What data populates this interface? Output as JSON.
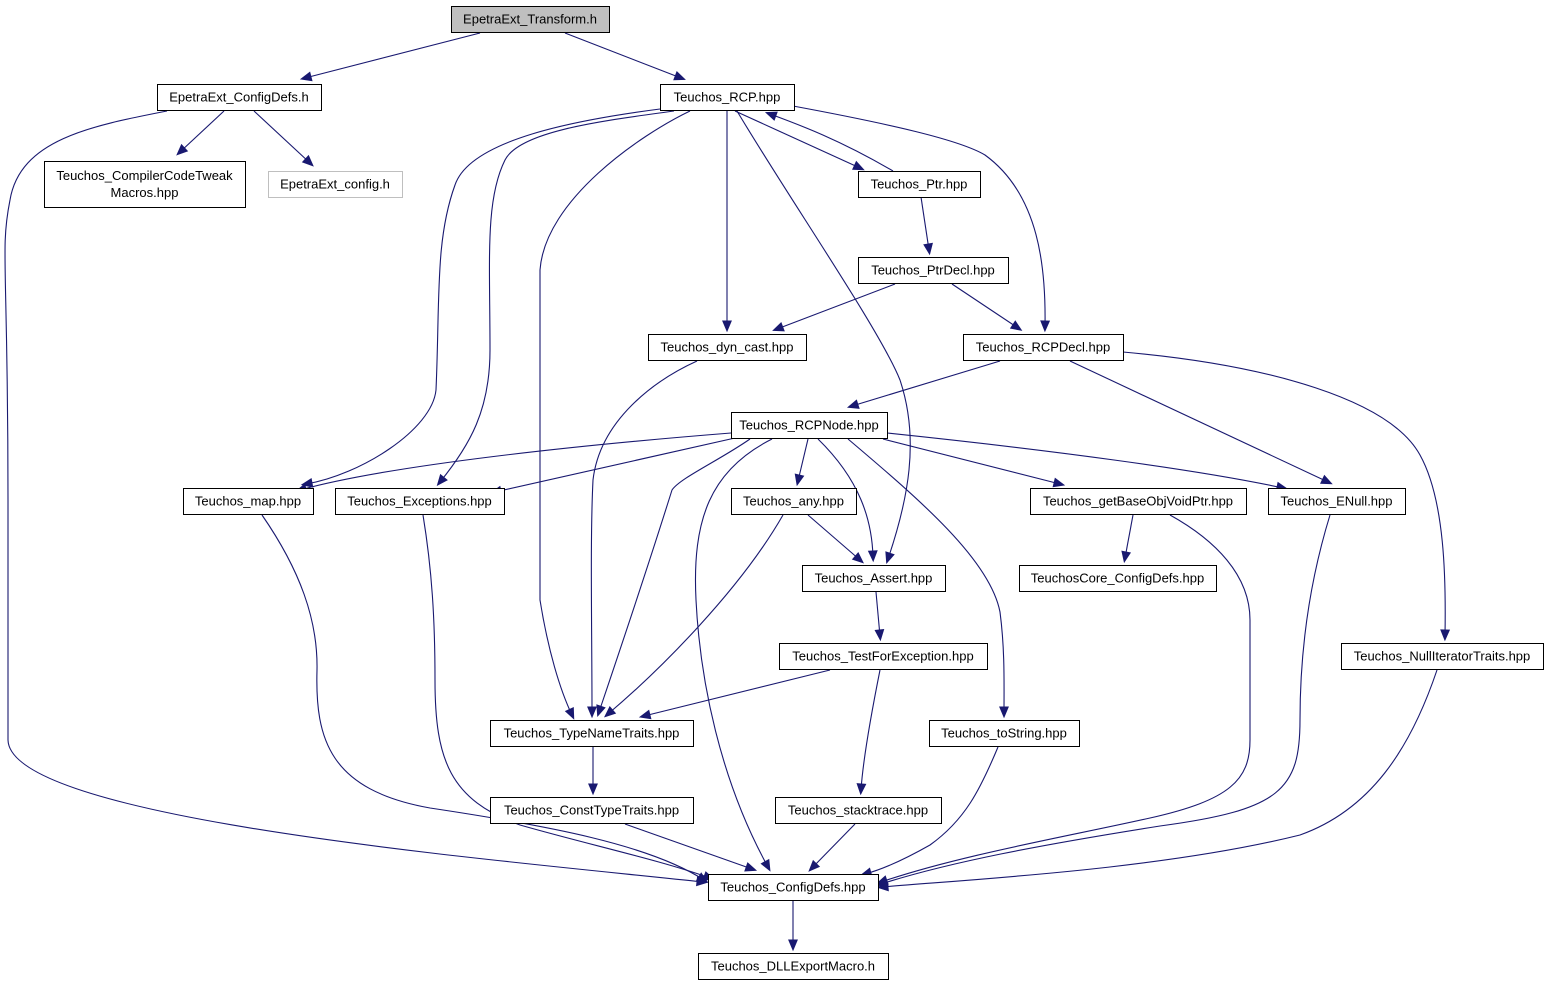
{
  "graph": {
    "root": "EpetraExt_Transform.h",
    "nodes": [
      {
        "id": "n0",
        "label": [
          "EpetraExt_Transform.h"
        ],
        "role": "root"
      },
      {
        "id": "n1",
        "label": [
          "EpetraExt_ConfigDefs.h"
        ]
      },
      {
        "id": "n2",
        "label": [
          "Teuchos_RCP.hpp"
        ]
      },
      {
        "id": "n3",
        "label": [
          "Teuchos_CompilerCodeTweak",
          "Macros.hpp"
        ]
      },
      {
        "id": "n4",
        "label": [
          "EpetraExt_config.h"
        ],
        "role": "missing"
      },
      {
        "id": "n5",
        "label": [
          "Teuchos_Ptr.hpp"
        ]
      },
      {
        "id": "n6",
        "label": [
          "Teuchos_PtrDecl.hpp"
        ]
      },
      {
        "id": "n7",
        "label": [
          "Teuchos_dyn_cast.hpp"
        ]
      },
      {
        "id": "n8",
        "label": [
          "Teuchos_RCPDecl.hpp"
        ]
      },
      {
        "id": "n9",
        "label": [
          "Teuchos_RCPNode.hpp"
        ]
      },
      {
        "id": "n10",
        "label": [
          "Teuchos_map.hpp"
        ]
      },
      {
        "id": "n11",
        "label": [
          "Teuchos_Exceptions.hpp"
        ]
      },
      {
        "id": "n12",
        "label": [
          "Teuchos_any.hpp"
        ]
      },
      {
        "id": "n13",
        "label": [
          "Teuchos_getBaseObjVoidPtr.hpp"
        ]
      },
      {
        "id": "n14",
        "label": [
          "Teuchos_ENull.hpp"
        ]
      },
      {
        "id": "n15",
        "label": [
          "Teuchos_Assert.hpp"
        ]
      },
      {
        "id": "n16",
        "label": [
          "TeuchosCore_ConfigDefs.hpp"
        ]
      },
      {
        "id": "n17",
        "label": [
          "Teuchos_TestForException.hpp"
        ]
      },
      {
        "id": "n18",
        "label": [
          "Teuchos_NullIteratorTraits.hpp"
        ]
      },
      {
        "id": "n19",
        "label": [
          "Teuchos_TypeNameTraits.hpp"
        ]
      },
      {
        "id": "n20",
        "label": [
          "Teuchos_toString.hpp"
        ]
      },
      {
        "id": "n21",
        "label": [
          "Teuchos_ConstTypeTraits.hpp"
        ]
      },
      {
        "id": "n22",
        "label": [
          "Teuchos_stacktrace.hpp"
        ]
      },
      {
        "id": "n23",
        "label": [
          "Teuchos_ConfigDefs.hpp"
        ]
      },
      {
        "id": "n24",
        "label": [
          "Teuchos_DLLExportMacro.h"
        ]
      }
    ],
    "edges": [
      [
        "n0",
        "n1"
      ],
      [
        "n0",
        "n2"
      ],
      [
        "n1",
        "n3"
      ],
      [
        "n1",
        "n4"
      ],
      [
        "n1",
        "n23"
      ],
      [
        "n2",
        "n5"
      ],
      [
        "n2",
        "n7"
      ],
      [
        "n2",
        "n8"
      ],
      [
        "n2",
        "n10"
      ],
      [
        "n2",
        "n11"
      ],
      [
        "n2",
        "n19"
      ],
      [
        "n2",
        "n15"
      ],
      [
        "n5",
        "n2"
      ],
      [
        "n5",
        "n6"
      ],
      [
        "n6",
        "n7"
      ],
      [
        "n6",
        "n8"
      ],
      [
        "n7",
        "n19"
      ],
      [
        "n8",
        "n9"
      ],
      [
        "n8",
        "n14"
      ],
      [
        "n8",
        "n18"
      ],
      [
        "n9",
        "n10"
      ],
      [
        "n9",
        "n11"
      ],
      [
        "n9",
        "n19"
      ],
      [
        "n9",
        "n12"
      ],
      [
        "n9",
        "n15"
      ],
      [
        "n9",
        "n23"
      ],
      [
        "n9",
        "n13"
      ],
      [
        "n9",
        "n14"
      ],
      [
        "n9",
        "n20"
      ],
      [
        "n10",
        "n23"
      ],
      [
        "n11",
        "n23"
      ],
      [
        "n12",
        "n15"
      ],
      [
        "n12",
        "n19"
      ],
      [
        "n13",
        "n16"
      ],
      [
        "n13",
        "n23"
      ],
      [
        "n14",
        "n23"
      ],
      [
        "n15",
        "n17"
      ],
      [
        "n17",
        "n19"
      ],
      [
        "n17",
        "n22"
      ],
      [
        "n18",
        "n23"
      ],
      [
        "n19",
        "n21"
      ],
      [
        "n20",
        "n23"
      ],
      [
        "n21",
        "n23"
      ],
      [
        "n22",
        "n23"
      ],
      [
        "n23",
        "n24"
      ]
    ]
  }
}
